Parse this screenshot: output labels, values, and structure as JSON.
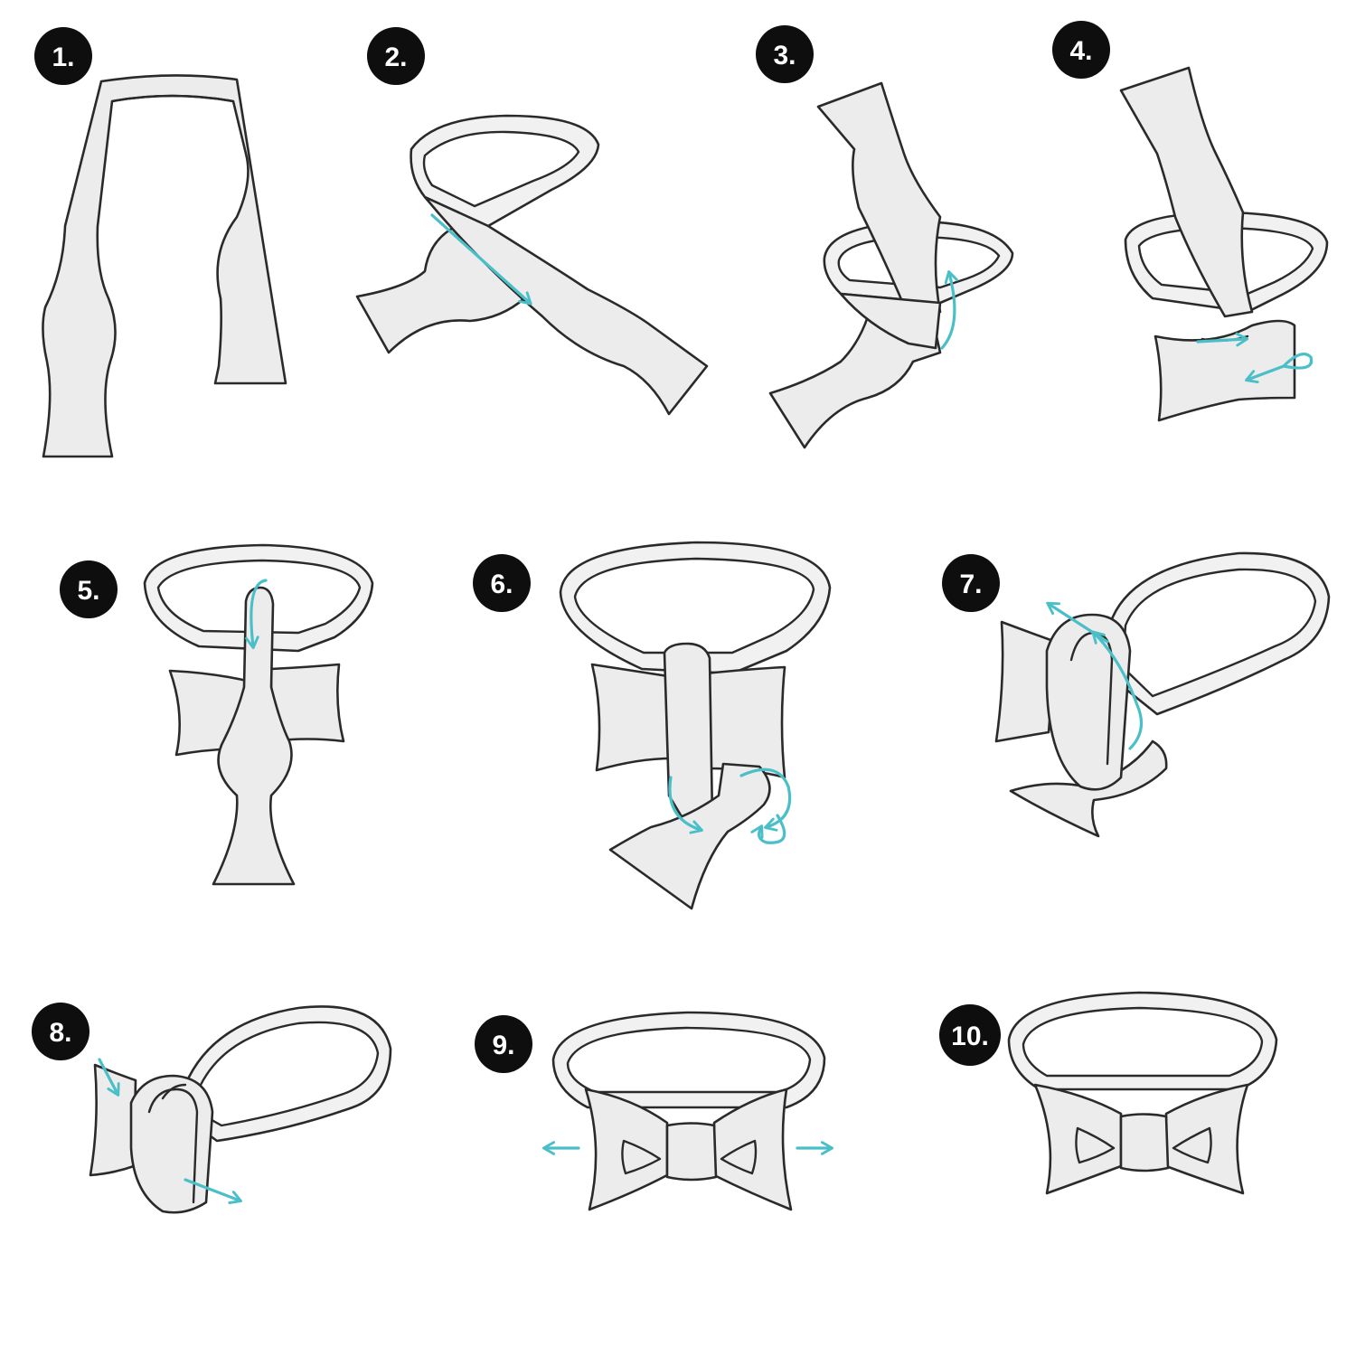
{
  "steps": [
    {
      "label": "1."
    },
    {
      "label": "2."
    },
    {
      "label": "3."
    },
    {
      "label": "4."
    },
    {
      "label": "5."
    },
    {
      "label": "6."
    },
    {
      "label": "7."
    },
    {
      "label": "8."
    },
    {
      "label": "9."
    },
    {
      "label": "10."
    }
  ],
  "colors": {
    "arrow": "#4bbfc7",
    "badge": "#0e0e0e",
    "outline": "#2a2a2a",
    "fabric": "#ececec"
  }
}
